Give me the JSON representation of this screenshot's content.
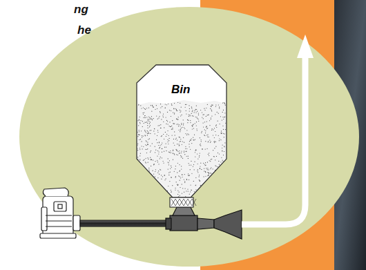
{
  "diagram": {
    "nodes": [
      {
        "text": [
          "Bin"
        ]
      }
    ],
    "labels": [
      "ng",
      "he"
    ]
  }
}
